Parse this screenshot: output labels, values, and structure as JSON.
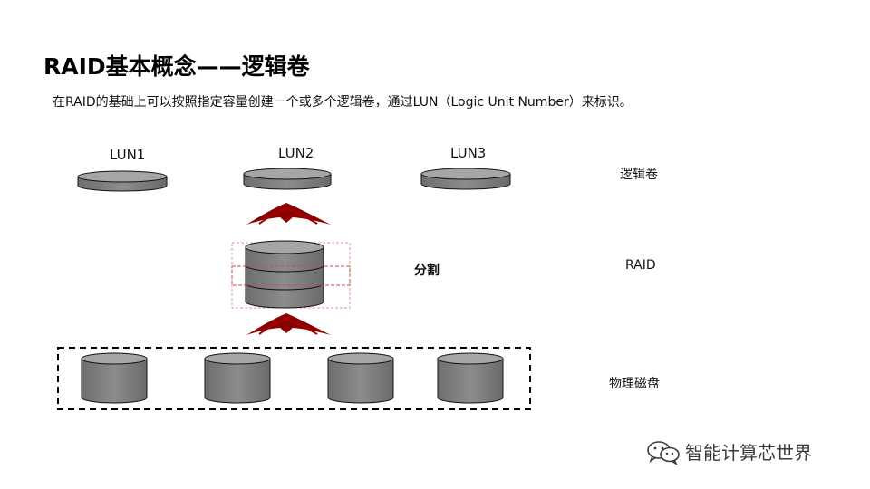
{
  "slide": {
    "title": "RAID基本概念——逻辑卷",
    "subtitle": "在RAID的基础上可以按照指定容量创建一个或多个逻辑卷，通过LUN（Logic Unit Number）来标识。"
  },
  "diagram": {
    "luns": [
      "LUN1",
      "LUN2",
      "LUN3"
    ],
    "split_label": "分割",
    "layer_labels": {
      "logical_volume": "逻辑卷",
      "raid": "RAID",
      "physical_disks": "物理磁盘"
    },
    "physical_disk_count": 4,
    "colors": {
      "disk_fill": "#7f7f7f",
      "disk_top": "#a6a6a6",
      "arrow": "#8b0000",
      "dashed_border": "#000000",
      "split_highlight": "#c0504d"
    }
  },
  "watermark": {
    "text": "智能计算芯世界",
    "icon": "wechat-icon"
  }
}
